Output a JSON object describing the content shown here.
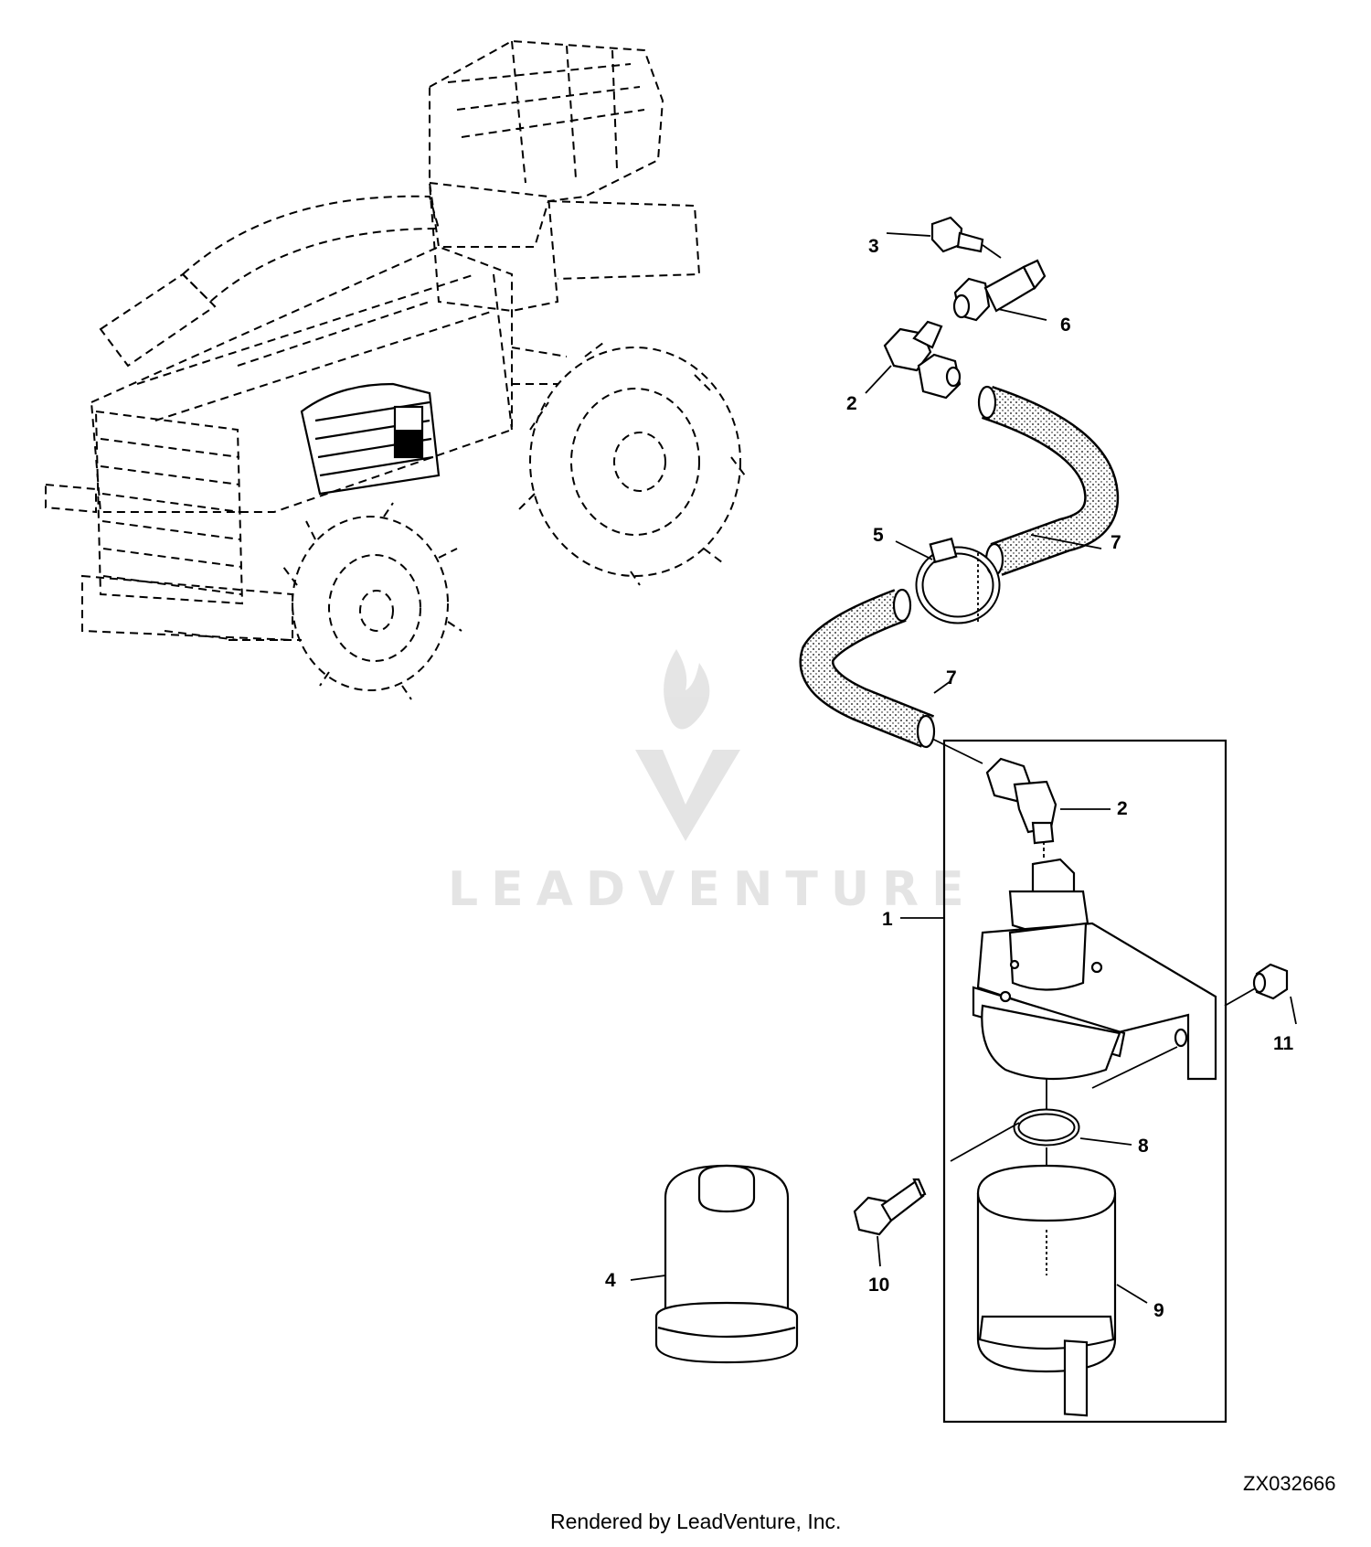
{
  "callouts": {
    "c1": "1",
    "c2a": "2",
    "c2b": "2",
    "c3": "3",
    "c4": "4",
    "c5": "5",
    "c6": "6",
    "c7a": "7",
    "c7b": "7",
    "c8": "8",
    "c9": "9",
    "c10": "10",
    "c11": "11"
  },
  "watermark": {
    "text": "LEADVENTURE"
  },
  "footer": {
    "rendered_by": "Rendered by LeadVenture, Inc.",
    "figure_code": "ZX032666"
  },
  "colors": {
    "line": "#000000",
    "watermark": "#cfcfcf",
    "background": "#ffffff"
  }
}
